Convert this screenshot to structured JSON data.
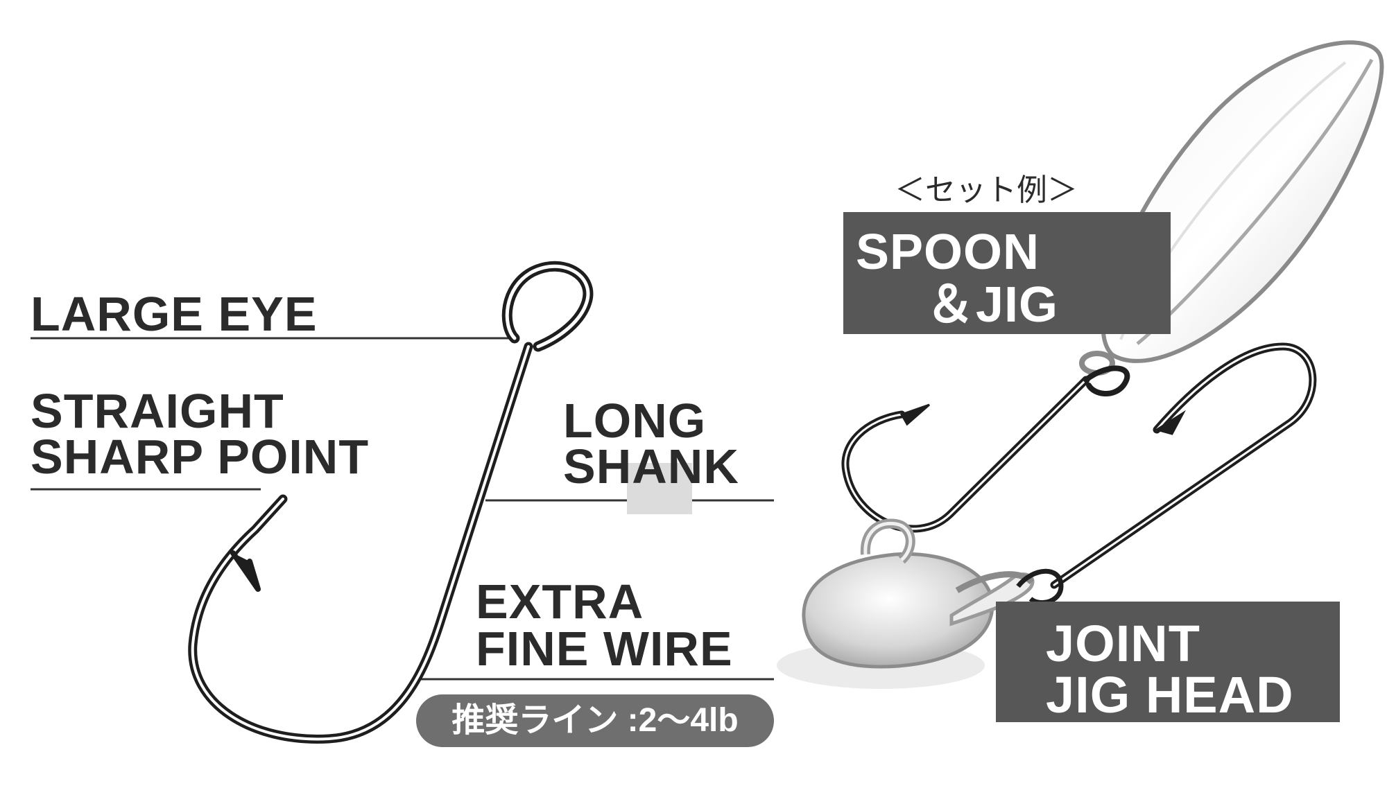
{
  "labels": {
    "large_eye": "LARGE EYE",
    "straight_line1": "STRAIGHT",
    "straight_line2": "SHARP POINT",
    "long_line1": "LONG",
    "long_line2": "SHANK",
    "extra_line1": "EXTRA",
    "extra_line2": "FINE WIRE"
  },
  "recommended_line": "推奨ライン :2～4lb",
  "set_example": {
    "caption": "＜セット例＞",
    "spoon_line1": "SPOON",
    "spoon_line2": "＆JIG",
    "jig_line1": "JOINT",
    "jig_line2": "JIG HEAD"
  },
  "icons": [
    "hook-icon",
    "spoon-lure-icon",
    "jig-head-icon",
    "treble-hook-icon"
  ],
  "colors": {
    "text": "#2b2b2b",
    "box": "#575757",
    "pill": "#6f6f6f",
    "leader_line": "#333333",
    "hook_stroke": "#1e1e1e",
    "metal": "#c9c9c9"
  }
}
